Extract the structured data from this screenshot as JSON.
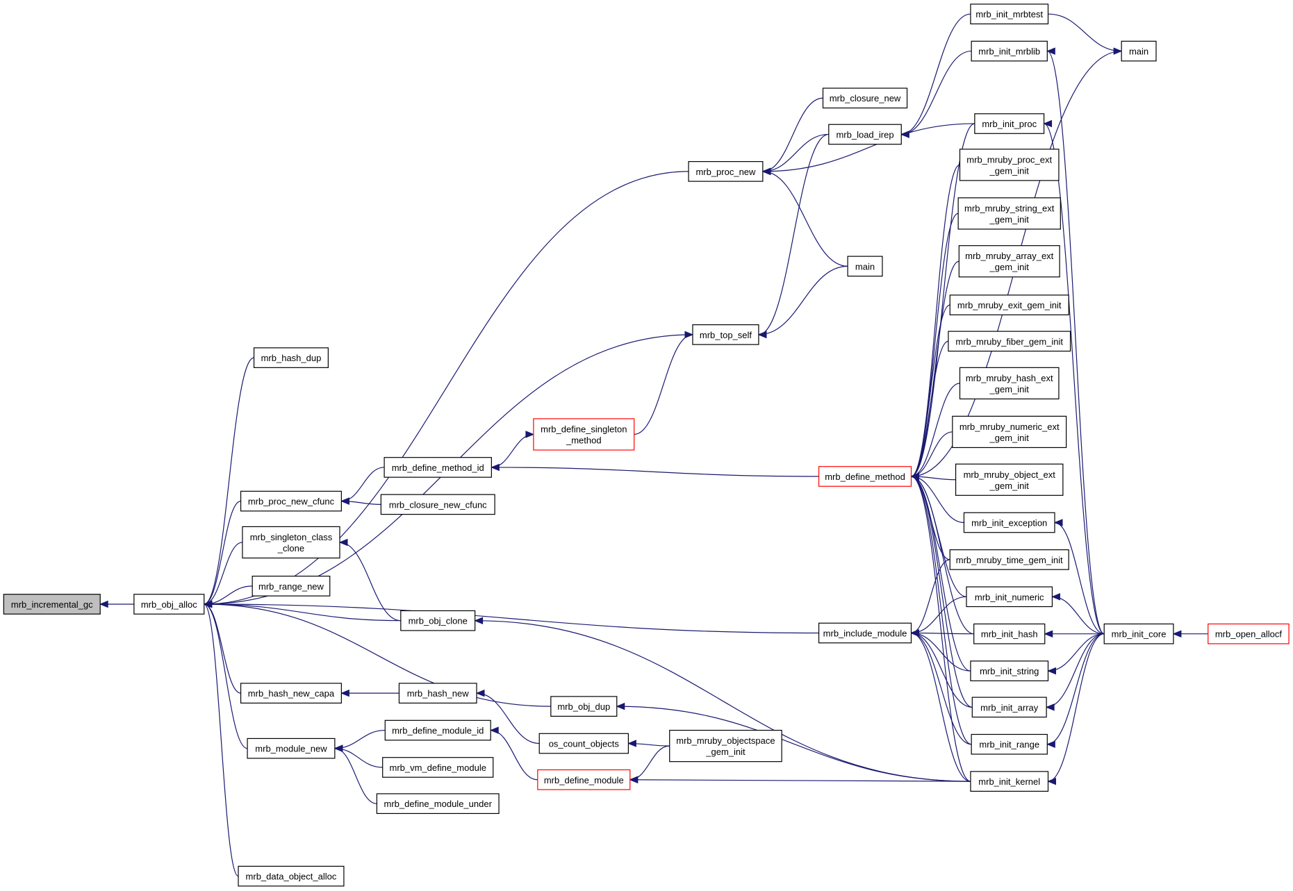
{
  "colors": {
    "edge": "#191970",
    "node_border": "#000000",
    "truncated_border": "#ff0000",
    "focus_fill": "#bfbfbf"
  },
  "nodes": {
    "incremental_gc": {
      "lines": [
        "mrb_incremental_gc"
      ],
      "focus": true
    },
    "obj_alloc": {
      "lines": [
        "mrb_obj_alloc"
      ]
    },
    "proc_new": {
      "lines": [
        "mrb_proc_new"
      ]
    },
    "closure_new": {
      "lines": [
        "mrb_closure_new"
      ]
    },
    "load_irep": {
      "lines": [
        "mrb_load_irep"
      ]
    },
    "init_mrbtest": {
      "lines": [
        "mrb_init_mrbtest"
      ]
    },
    "init_mrblib": {
      "lines": [
        "mrb_init_mrblib"
      ]
    },
    "main_top": {
      "lines": [
        "main"
      ]
    },
    "main_mid": {
      "lines": [
        "main"
      ]
    },
    "hash_dup": {
      "lines": [
        "mrb_hash_dup"
      ]
    },
    "top_self": {
      "lines": [
        "mrb_top_self"
      ]
    },
    "define_singleton_method": {
      "lines": [
        "mrb_define_singleton",
        "_method"
      ],
      "red": true
    },
    "define_method_id": {
      "lines": [
        "mrb_define_method_id"
      ]
    },
    "proc_new_cfunc": {
      "lines": [
        "mrb_proc_new_cfunc"
      ]
    },
    "closure_new_cfunc": {
      "lines": [
        "mrb_closure_new_cfunc"
      ]
    },
    "singleton_class_clone": {
      "lines": [
        "mrb_singleton_class",
        "_clone"
      ]
    },
    "range_new": {
      "lines": [
        "mrb_range_new"
      ]
    },
    "obj_clone": {
      "lines": [
        "mrb_obj_clone"
      ]
    },
    "hash_new_capa": {
      "lines": [
        "mrb_hash_new_capa"
      ]
    },
    "hash_new": {
      "lines": [
        "mrb_hash_new"
      ]
    },
    "obj_dup": {
      "lines": [
        "mrb_obj_dup"
      ]
    },
    "module_new": {
      "lines": [
        "mrb_module_new"
      ]
    },
    "define_module_id": {
      "lines": [
        "mrb_define_module_id"
      ]
    },
    "vm_define_module": {
      "lines": [
        "mrb_vm_define_module"
      ]
    },
    "define_module_under": {
      "lines": [
        "mrb_define_module_under"
      ]
    },
    "os_count_objects": {
      "lines": [
        "os_count_objects"
      ]
    },
    "objectspace_gem_init": {
      "lines": [
        "mrb_mruby_objectspace",
        "_gem_init"
      ]
    },
    "define_module": {
      "lines": [
        "mrb_define_module"
      ],
      "red": true
    },
    "data_object_alloc": {
      "lines": [
        "mrb_data_object_alloc"
      ]
    },
    "define_method": {
      "lines": [
        "mrb_define_method"
      ],
      "red": true
    },
    "include_module": {
      "lines": [
        "mrb_include_module"
      ]
    },
    "init_proc": {
      "lines": [
        "mrb_init_proc"
      ]
    },
    "proc_ext": {
      "lines": [
        "mrb_mruby_proc_ext",
        "_gem_init"
      ]
    },
    "string_ext": {
      "lines": [
        "mrb_mruby_string_ext",
        "_gem_init"
      ]
    },
    "array_ext": {
      "lines": [
        "mrb_mruby_array_ext",
        "_gem_init"
      ]
    },
    "exit_gem": {
      "lines": [
        "mrb_mruby_exit_gem_init"
      ]
    },
    "fiber_gem": {
      "lines": [
        "mrb_mruby_fiber_gem_init"
      ]
    },
    "hash_ext": {
      "lines": [
        "mrb_mruby_hash_ext",
        "_gem_init"
      ]
    },
    "numeric_ext": {
      "lines": [
        "mrb_mruby_numeric_ext",
        "_gem_init"
      ]
    },
    "object_ext": {
      "lines": [
        "mrb_mruby_object_ext",
        "_gem_init"
      ]
    },
    "init_exception": {
      "lines": [
        "mrb_init_exception"
      ]
    },
    "time_gem": {
      "lines": [
        "mrb_mruby_time_gem_init"
      ]
    },
    "init_numeric": {
      "lines": [
        "mrb_init_numeric"
      ]
    },
    "init_hash": {
      "lines": [
        "mrb_init_hash"
      ]
    },
    "init_string": {
      "lines": [
        "mrb_init_string"
      ]
    },
    "init_array": {
      "lines": [
        "mrb_init_array"
      ]
    },
    "init_range": {
      "lines": [
        "mrb_init_range"
      ]
    },
    "init_kernel": {
      "lines": [
        "mrb_init_kernel"
      ]
    },
    "init_core": {
      "lines": [
        "mrb_init_core"
      ]
    },
    "open_allocf": {
      "lines": [
        "mrb_open_allocf"
      ],
      "red": true
    },
    "main_right": {
      "lines": [
        "main"
      ]
    }
  },
  "edges": [
    [
      "obj_alloc",
      "incremental_gc"
    ],
    [
      "proc_new",
      "obj_alloc"
    ],
    [
      "hash_dup",
      "obj_alloc"
    ],
    [
      "top_self",
      "obj_alloc"
    ],
    [
      "proc_new_cfunc",
      "obj_alloc"
    ],
    [
      "singleton_class_clone",
      "obj_alloc"
    ],
    [
      "range_new",
      "obj_alloc"
    ],
    [
      "obj_clone",
      "obj_alloc"
    ],
    [
      "obj_dup",
      "obj_alloc"
    ],
    [
      "hash_new_capa",
      "obj_alloc"
    ],
    [
      "module_new",
      "obj_alloc"
    ],
    [
      "include_module",
      "obj_alloc"
    ],
    [
      "data_object_alloc",
      "obj_alloc"
    ],
    [
      "closure_new",
      "proc_new"
    ],
    [
      "load_irep",
      "proc_new"
    ],
    [
      "init_proc",
      "proc_new"
    ],
    [
      "main_mid",
      "proc_new"
    ],
    [
      "init_mrbtest",
      "load_irep"
    ],
    [
      "init_mrblib",
      "load_irep"
    ],
    [
      "init_mrbtest",
      "main_right"
    ],
    [
      "main_mid",
      "top_self"
    ],
    [
      "load_irep",
      "top_self"
    ],
    [
      "define_singleton_method",
      "top_self"
    ],
    [
      "define_method_id",
      "define_singleton_method"
    ],
    [
      "define_method",
      "define_method_id"
    ],
    [
      "define_method_id",
      "proc_new_cfunc"
    ],
    [
      "closure_new_cfunc",
      "proc_new_cfunc"
    ],
    [
      "obj_clone",
      "singleton_class_clone"
    ],
    [
      "init_kernel",
      "obj_clone"
    ],
    [
      "hash_new",
      "hash_new_capa"
    ],
    [
      "os_count_objects",
      "hash_new"
    ],
    [
      "init_kernel",
      "obj_dup"
    ],
    [
      "define_module_id",
      "module_new"
    ],
    [
      "vm_define_module",
      "module_new"
    ],
    [
      "define_module_under",
      "module_new"
    ],
    [
      "define_module",
      "define_module_id"
    ],
    [
      "objectspace_gem_init",
      "os_count_objects"
    ],
    [
      "objectspace_gem_init",
      "define_module"
    ],
    [
      "init_kernel",
      "define_module"
    ],
    [
      "main_right",
      "define_method"
    ],
    [
      "init_proc",
      "define_method"
    ],
    [
      "proc_ext",
      "define_method"
    ],
    [
      "string_ext",
      "define_method"
    ],
    [
      "array_ext",
      "define_method"
    ],
    [
      "exit_gem",
      "define_method"
    ],
    [
      "fiber_gem",
      "define_method"
    ],
    [
      "hash_ext",
      "define_method"
    ],
    [
      "numeric_ext",
      "define_method"
    ],
    [
      "object_ext",
      "define_method"
    ],
    [
      "init_exception",
      "define_method"
    ],
    [
      "time_gem",
      "define_method"
    ],
    [
      "init_numeric",
      "define_method"
    ],
    [
      "init_hash",
      "define_method"
    ],
    [
      "init_string",
      "define_method"
    ],
    [
      "init_array",
      "define_method"
    ],
    [
      "init_range",
      "define_method"
    ],
    [
      "init_kernel",
      "define_method"
    ],
    [
      "time_gem",
      "include_module"
    ],
    [
      "init_numeric",
      "include_module"
    ],
    [
      "init_hash",
      "include_module"
    ],
    [
      "init_string",
      "include_module"
    ],
    [
      "init_array",
      "include_module"
    ],
    [
      "init_range",
      "include_module"
    ],
    [
      "init_kernel",
      "include_module"
    ],
    [
      "init_core",
      "init_mrblib"
    ],
    [
      "init_core",
      "init_proc"
    ],
    [
      "init_core",
      "init_exception"
    ],
    [
      "init_core",
      "init_numeric"
    ],
    [
      "init_core",
      "init_hash"
    ],
    [
      "init_core",
      "init_string"
    ],
    [
      "init_core",
      "init_array"
    ],
    [
      "init_core",
      "init_range"
    ],
    [
      "init_core",
      "init_kernel"
    ],
    [
      "open_allocf",
      "init_core"
    ]
  ]
}
